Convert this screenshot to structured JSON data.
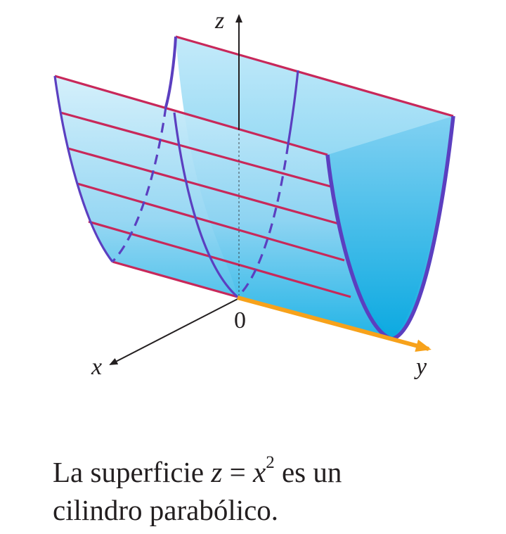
{
  "figure": {
    "axis_labels": {
      "x": "x",
      "y": "y",
      "z": "z",
      "origin": "0"
    },
    "colors": {
      "surface_light": "#c9ecfa",
      "surface_dark": "#12aee3",
      "ruling": "#c8285a",
      "parabola": "#5b3fc0",
      "y_axis_highlight": "#f7a21b",
      "axis": "#231f20"
    }
  },
  "caption": {
    "line1_prefix": "La superficie ",
    "eq_lhs": "z",
    "eq_sign": " = ",
    "eq_base": "x",
    "eq_exponent": "2",
    "line1_suffix": " es un",
    "line2": "cilindro parabólico."
  }
}
